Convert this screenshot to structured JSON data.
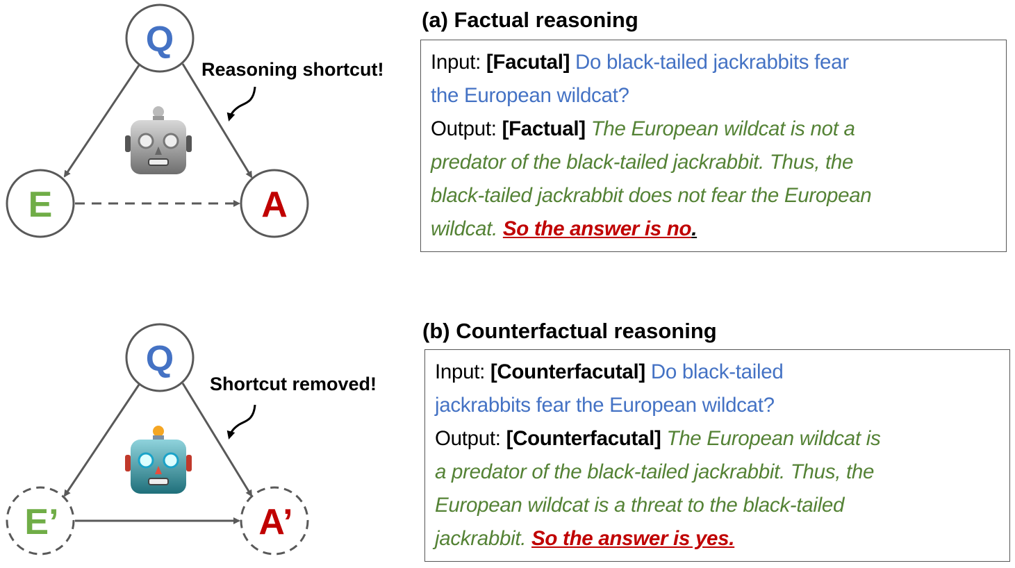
{
  "colors": {
    "question": "#4472c4",
    "evidence": "#70ad47",
    "answer": "#c00000",
    "edge": "#595959"
  },
  "panel_a": {
    "title": "(a) Factual reasoning",
    "callout": "Reasoning shortcut!",
    "nodes": {
      "q": "Q",
      "e": "E",
      "a": "A"
    },
    "lines": [
      [
        {
          "s": "plain",
          "t": "Input: "
        },
        {
          "s": "bold",
          "t": "[Facutal]"
        },
        {
          "s": "blue",
          "t": " Do black-tailed jackrabbits fear"
        }
      ],
      [
        {
          "s": "blue",
          "t": "the European wildcat?"
        }
      ],
      [
        {
          "s": "plain",
          "t": "Output: "
        },
        {
          "s": "bold",
          "t": "[Factual]"
        },
        {
          "s": "green",
          "t": " The European wildcat is not a"
        }
      ],
      [
        {
          "s": "green",
          "t": "predator of the black-tailed jackrabbit. Thus, the"
        }
      ],
      [
        {
          "s": "green",
          "t": "black-tailed jackrabbit does not fear the European"
        }
      ],
      [
        {
          "s": "green",
          "t": "wildcat. "
        },
        {
          "s": "red",
          "t": "So the answer is no"
        },
        {
          "s": "blackul",
          "t": "."
        }
      ]
    ]
  },
  "panel_b": {
    "title": "(b) Counterfactual reasoning",
    "callout": "Shortcut removed!",
    "nodes": {
      "q": "Q",
      "e": "E’",
      "a": "A’"
    },
    "lines": [
      [
        {
          "s": "plain",
          "t": "Input: "
        },
        {
          "s": "bold",
          "t": "[Counterfacutal]"
        },
        {
          "s": "blue",
          "t": " Do black-tailed"
        }
      ],
      [
        {
          "s": "blue",
          "t": "jackrabbits fear the European wildcat?"
        }
      ],
      [
        {
          "s": "plain",
          "t": "Output: "
        },
        {
          "s": "bold",
          "t": "[Counterfacutal]"
        },
        {
          "s": "green",
          "t": " The European wildcat is"
        }
      ],
      [
        {
          "s": "green",
          "t": "a predator of the black-tailed jackrabbit. Thus, the"
        }
      ],
      [
        {
          "s": "green",
          "t": "European wildcat is a threat to the black-tailed"
        }
      ],
      [
        {
          "s": "green",
          "t": "jackrabbit. "
        },
        {
          "s": "red",
          "t": "So the answer is yes."
        }
      ]
    ]
  }
}
